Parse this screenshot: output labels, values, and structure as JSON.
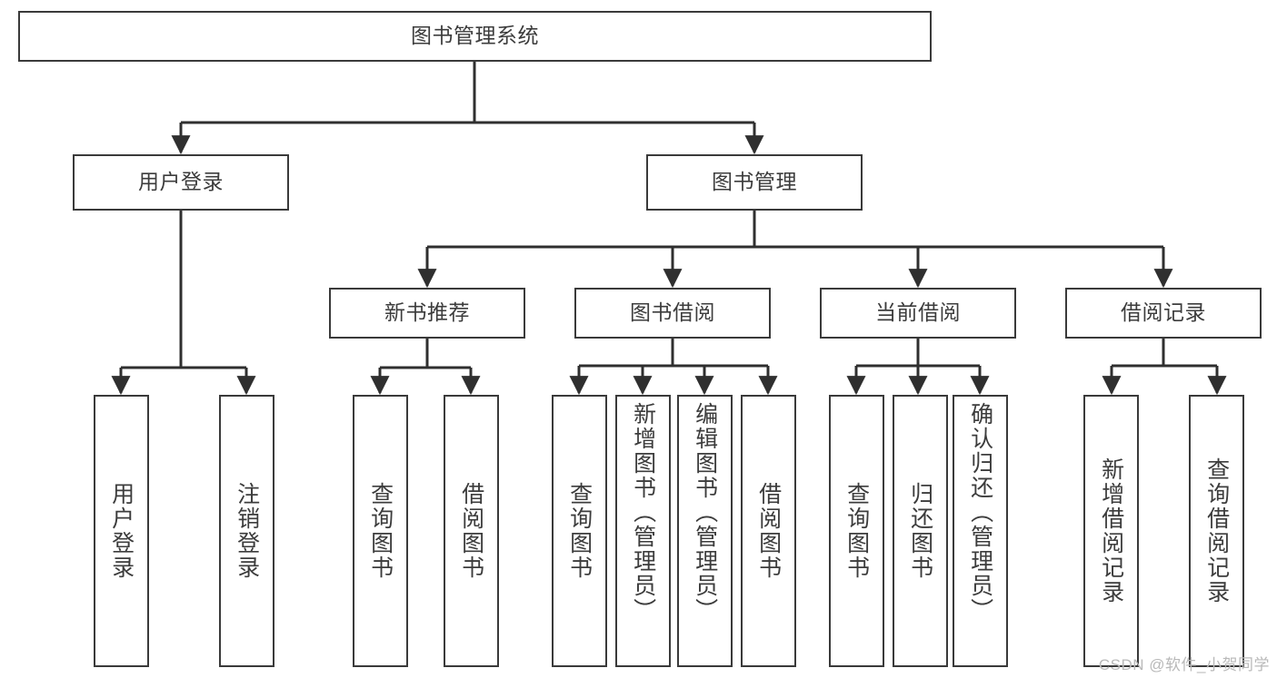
{
  "diagram": {
    "title": "图书管理系统",
    "type": "tree",
    "watermark": "CSDN @软件_小贺同学",
    "colors": {
      "box_border": "#3a3a3a",
      "box_fill": "#ffffff",
      "edge": "#2f2f2f",
      "text": "#3c3c3c",
      "watermark": "#b9b9b9",
      "background": "#ffffff"
    },
    "root": {
      "label": "图书管理系统"
    },
    "level2": [
      {
        "label": "用户登录"
      },
      {
        "label": "图书管理"
      }
    ],
    "level3": [
      {
        "label": "新书推荐"
      },
      {
        "label": "图书借阅"
      },
      {
        "label": "当前借阅"
      },
      {
        "label": "借阅记录"
      }
    ],
    "leaves": {
      "user_login": [
        {
          "label": "用户登录"
        },
        {
          "label": "注销登录"
        }
      ],
      "new_book_recommend": [
        {
          "label": "查询图书"
        },
        {
          "label": "借阅图书"
        }
      ],
      "book_borrow": [
        {
          "label": "查询图书"
        },
        {
          "label": "新增图书（管理员）"
        },
        {
          "label": "编辑图书（管理员）"
        },
        {
          "label": "借阅图书"
        }
      ],
      "current_borrow": [
        {
          "label": "查询图书"
        },
        {
          "label": "归还图书"
        },
        {
          "label": "确认归还（管理员）"
        }
      ],
      "borrow_records": [
        {
          "label": "新增借阅记录"
        },
        {
          "label": "查询借阅记录"
        }
      ]
    }
  }
}
